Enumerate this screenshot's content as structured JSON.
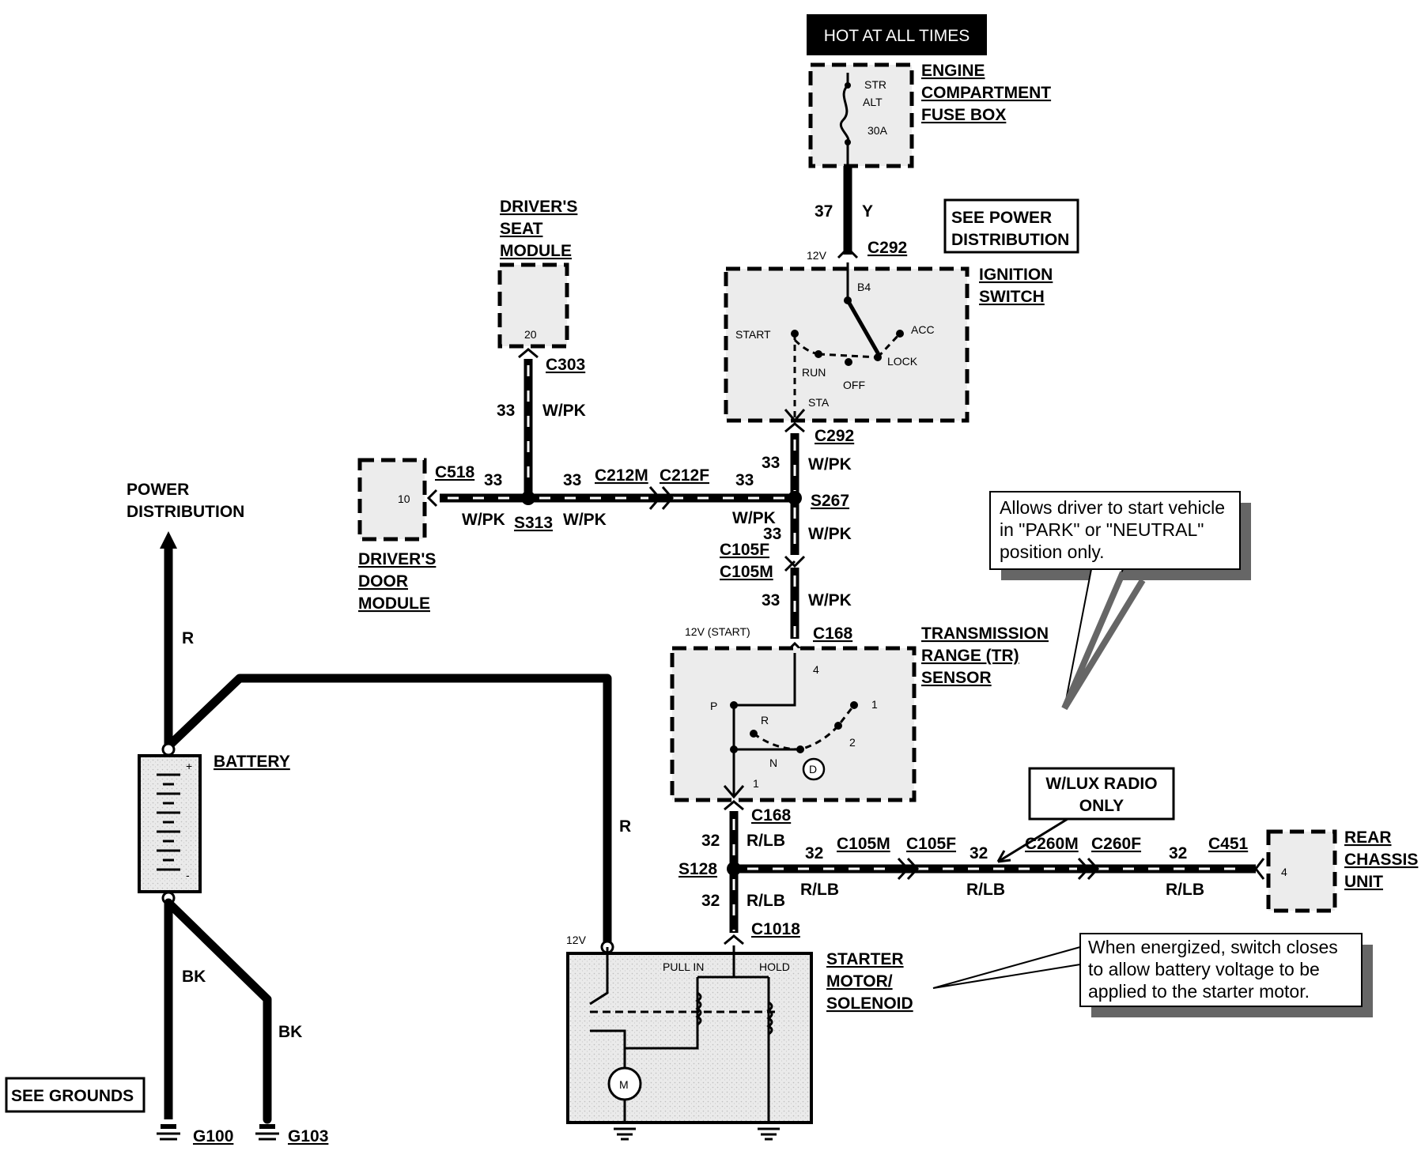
{
  "title": "HOT AT ALL TIMES",
  "components": {
    "fuse_box": {
      "name_l1": "ENGINE",
      "name_l2": "COMPARTMENT",
      "name_l3": "FUSE BOX",
      "fuse_l1": "STR",
      "fuse_l2": "ALT",
      "fuse_rating": "30A"
    },
    "ignition_switch": {
      "name_l1": "IGNITION",
      "name_l2": "SWITCH",
      "pin_b4": "B4",
      "start": "START",
      "run": "RUN",
      "off": "OFF",
      "lock": "LOCK",
      "acc": "ACC",
      "sta": "STA",
      "voltage": "12V"
    },
    "see_power_distribution": {
      "l1": "SEE POWER",
      "l2": "DISTRIBUTION"
    },
    "seat_module": {
      "name_l1": "DRIVER'S",
      "name_l2": "SEAT",
      "name_l3": "MODULE",
      "pin": "20"
    },
    "door_module": {
      "name_l1": "DRIVER'S",
      "name_l2": "DOOR",
      "name_l3": "MODULE",
      "pin": "10"
    },
    "tr_sensor": {
      "name_l1": "TRANSMISSION",
      "name_l2": "RANGE (TR)",
      "name_l3": "SENSOR",
      "voltage": "12V (START)",
      "pin_top": "4",
      "pin_bottom": "1",
      "p": "P",
      "r": "R",
      "n": "N",
      "d": "D",
      "one": "1",
      "two": "2"
    },
    "battery": {
      "name": "BATTERY",
      "plus": "+",
      "minus": "-"
    },
    "power_distribution": {
      "l1": "POWER",
      "l2": "DISTRIBUTION"
    },
    "starter": {
      "name_l1": "STARTER",
      "name_l2": "MOTOR/",
      "name_l3": "SOLENOID",
      "pull_in": "PULL IN",
      "hold": "HOLD",
      "motor": "M",
      "voltage": "12V"
    },
    "rear_chassis": {
      "name_l1": "REAR",
      "name_l2": "CHASSIS",
      "name_l3": "UNIT",
      "pin": "4"
    },
    "lux_radio": {
      "l1": "W/LUX RADIO",
      "l2": "ONLY"
    },
    "see_grounds": "SEE GROUNDS",
    "grounds": [
      "G100",
      "G103"
    ]
  },
  "wires": {
    "y": {
      "circuit": "37",
      "color": "Y"
    },
    "wpk": {
      "circuit": "33",
      "color": "W/PK"
    },
    "rlb": {
      "circuit": "32",
      "color": "R/LB"
    },
    "red": "R",
    "black": "BK"
  },
  "connectors": {
    "c292": "C292",
    "c303": "C303",
    "c518": "C518",
    "s313": "S313",
    "c212m": "C212M",
    "c212f": "C212F",
    "s267": "S267",
    "c105f": "C105F",
    "c105m": "C105M",
    "c168": "C168",
    "s128": "S128",
    "c1018": "C1018",
    "c260m": "C260M",
    "c260f": "C260F",
    "c451": "C451"
  },
  "notes": {
    "tr": [
      "Allows driver to start vehicle",
      "in \"PARK\"  or  \"NEUTRAL\"",
      "position only."
    ],
    "solenoid": [
      "When energized, switch closes",
      "to allow battery voltage to be",
      "applied to the starter motor."
    ]
  }
}
